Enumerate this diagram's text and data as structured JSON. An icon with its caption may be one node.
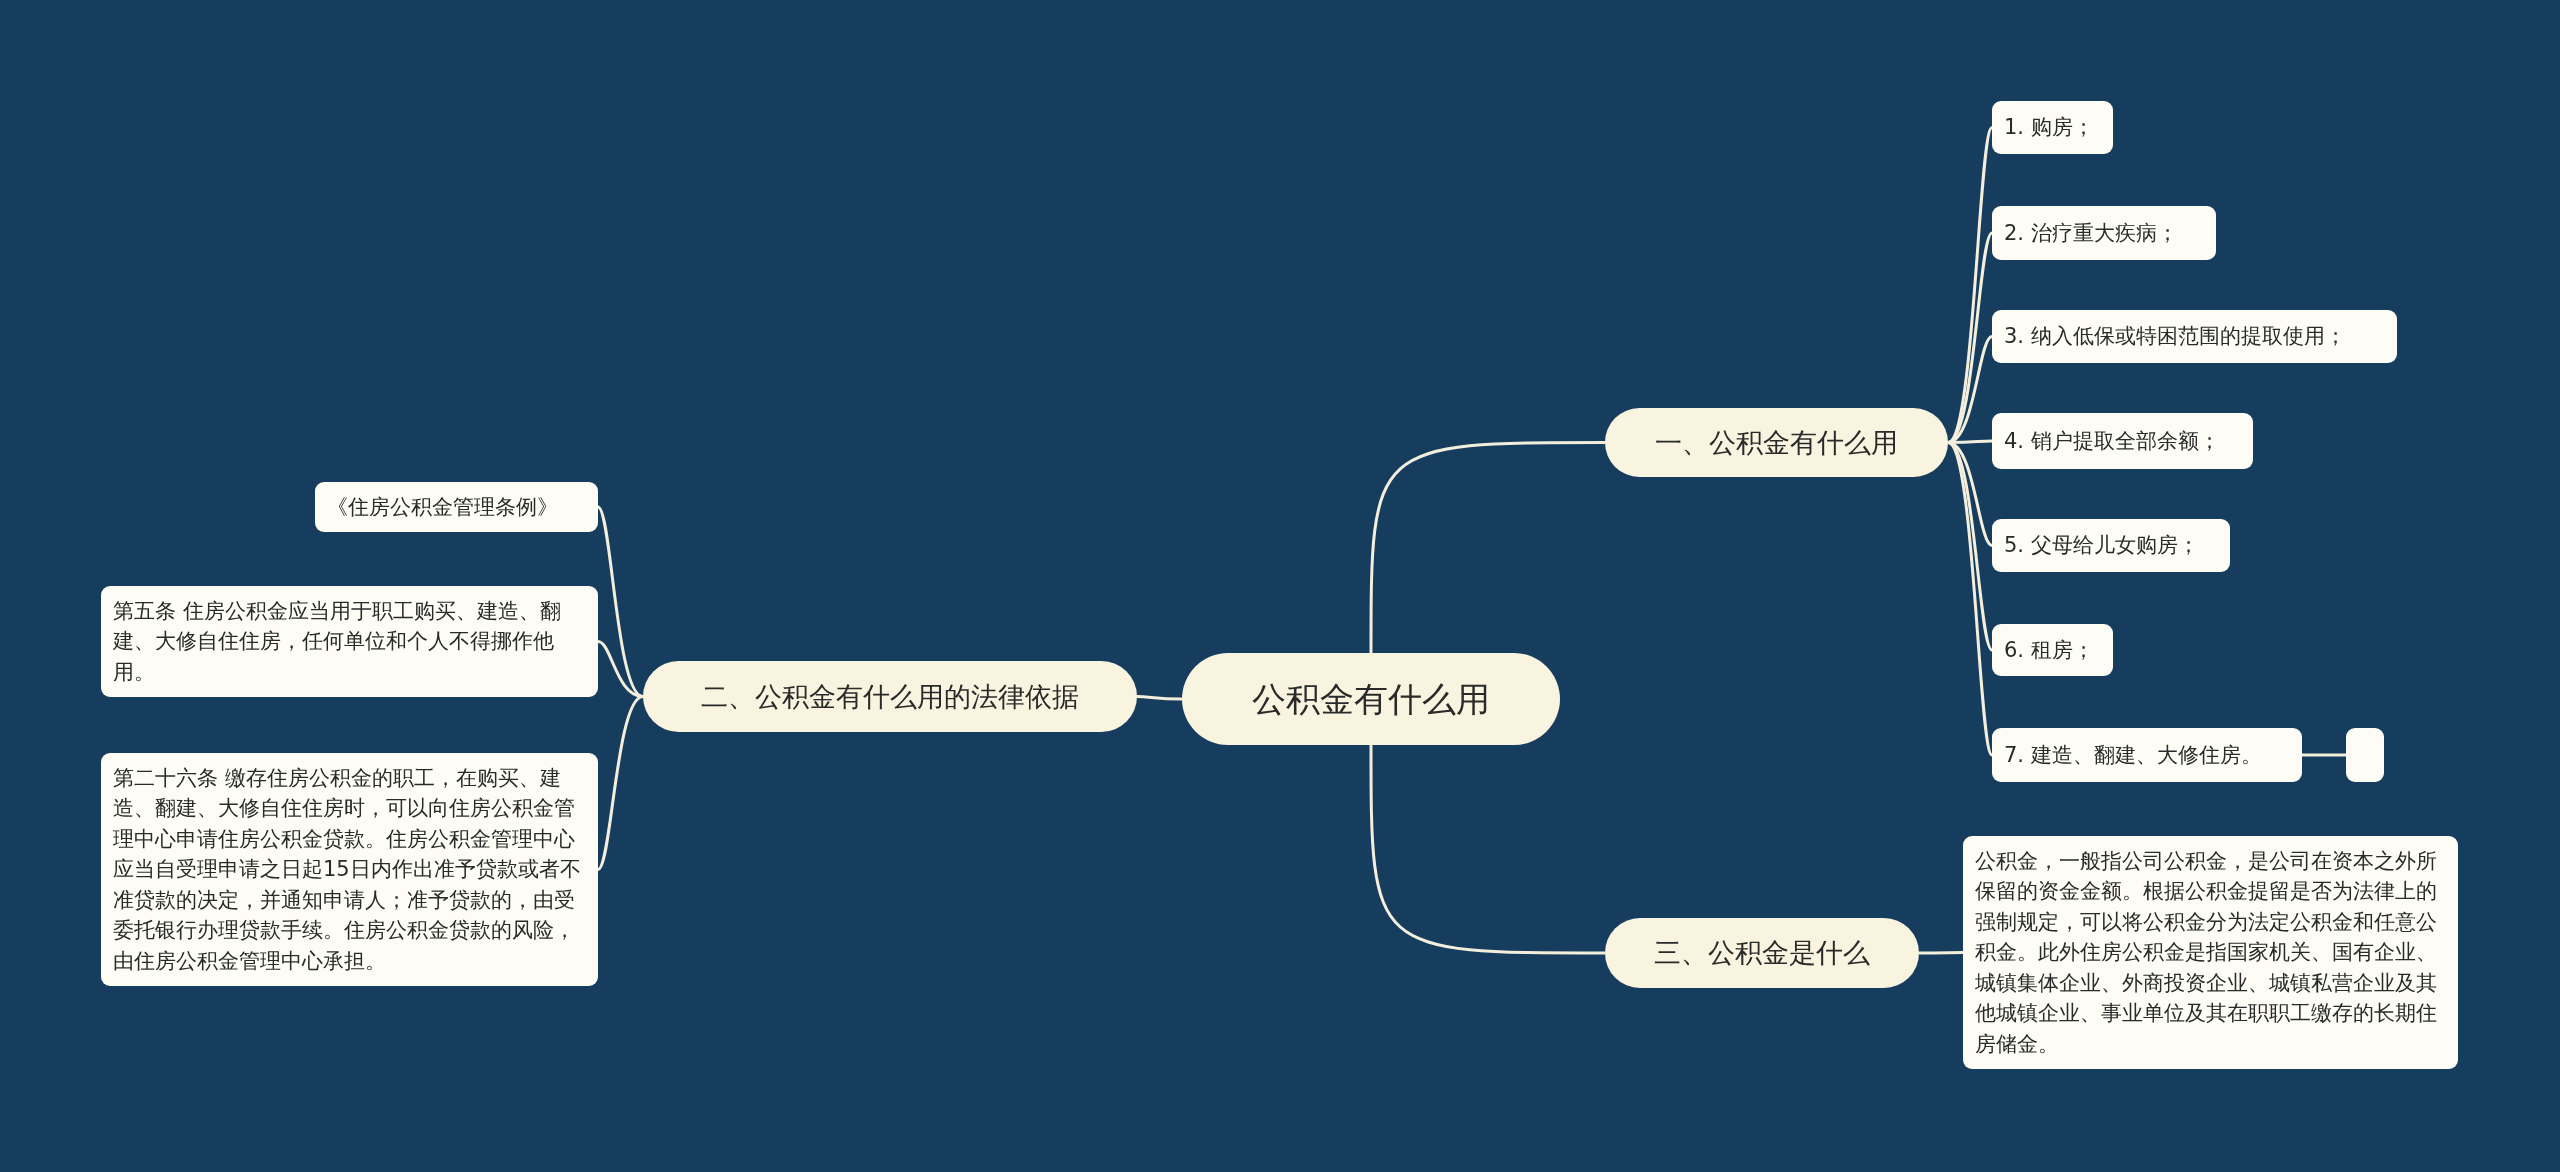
{
  "diagram": {
    "nodes": [
      {
        "text": [
          "公积金有什么用"
        ]
      },
      {
        "text": [
          "二、公积金有什么用的法律依据"
        ]
      },
      {
        "text": [
          "《住房公积金管理条例》"
        ]
      },
      {
        "text": [
          "第五条 住房公积金应当用于职工购买、建造、翻建、大修自住住房，任何单位和个人不得挪作他用。"
        ]
      },
      {
        "text": [
          "第二十六条 缴存住房公积金的职工，在购买、建造、翻建、大修自住住房时，可以向住房公积金管理中心申请住房公积金贷款。住房公积金管理中心应当自受理申请之日起15日内作出准予贷款或者不准贷款的决定，并通知申请人；准予贷款的，由受委托银行办理贷款手续。住房公积金贷款的风险，由住房公积金管理中心承担。"
        ]
      },
      {
        "text": [
          "一、公积金有什么用"
        ]
      },
      {
        "text": [
          "1. 购房；"
        ]
      },
      {
        "text": [
          "2. 治疗重大疾病；"
        ]
      },
      {
        "text": [
          "3. 纳入低保或特困范围的提取使用；"
        ]
      },
      {
        "text": [
          "4. 销户提取全部余额；"
        ]
      },
      {
        "text": [
          "5. 父母给儿女购房；"
        ]
      },
      {
        "text": [
          "6. 租房；"
        ]
      },
      {
        "text": [
          "7. 建造、翻建、大修住房。"
        ]
      },
      {
        "text": [],
        "shape": "box"
      },
      {
        "text": [
          "三、公积金是什么"
        ]
      },
      {
        "text": [
          "公积金，一般指公司公积金，是公司在资本之外所保留的资金金额。根据公积金提留是否为法律上的强制规定，可以将公积金分为法定公积金和任意公积金。此外住房公积金是指国家机关、国有企业、城镇集体企业、外商投资企业、城镇私营企业及其他城镇企业、事业单位及其在职职工缴存的长期住房储金。"
        ]
      }
    ],
    "edges": [
      {
        "from": 0,
        "to": 1,
        "arrow": "none"
      },
      {
        "from": 1,
        "to": 2,
        "arrow": "none"
      },
      {
        "from": 1,
        "to": 3,
        "arrow": "none"
      },
      {
        "from": 1,
        "to": 4,
        "arrow": "none"
      },
      {
        "from": 0,
        "to": 5,
        "arrow": "none"
      },
      {
        "from": 5,
        "to": 6,
        "arrow": "none"
      },
      {
        "from": 5,
        "to": 7,
        "arrow": "none"
      },
      {
        "from": 5,
        "to": 8,
        "arrow": "none"
      },
      {
        "from": 5,
        "to": 9,
        "arrow": "none"
      },
      {
        "from": 5,
        "to": 10,
        "arrow": "none"
      },
      {
        "from": 5,
        "to": 11,
        "arrow": "none"
      },
      {
        "from": 5,
        "to": 12,
        "arrow": "none"
      },
      {
        "from": 12,
        "to": 13,
        "arrow": "none"
      },
      {
        "from": 0,
        "to": 14,
        "arrow": "none"
      },
      {
        "from": 14,
        "to": 15,
        "arrow": "none"
      }
    ]
  }
}
